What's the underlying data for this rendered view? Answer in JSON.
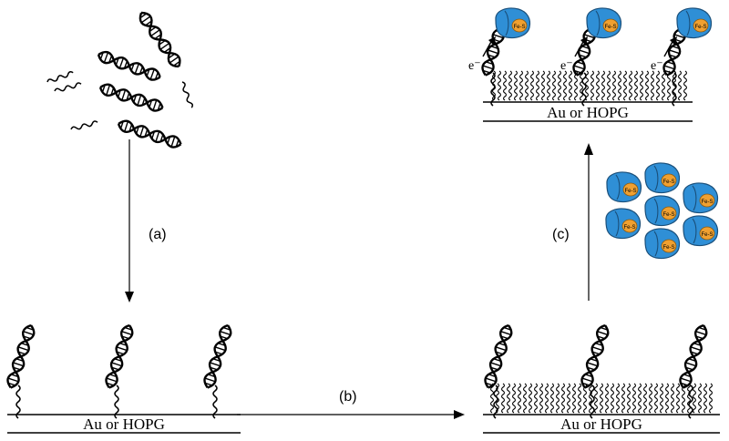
{
  "steps": {
    "a": "(a)",
    "b": "(b)",
    "c": "(c)"
  },
  "surface_label": "Au or HOPG",
  "cluster_label": "Fe-S",
  "electron_label": "e⁻",
  "colors": {
    "line": "#000000",
    "protein_body": "#2f8fd6",
    "protein_cluster": "#f0a030"
  }
}
